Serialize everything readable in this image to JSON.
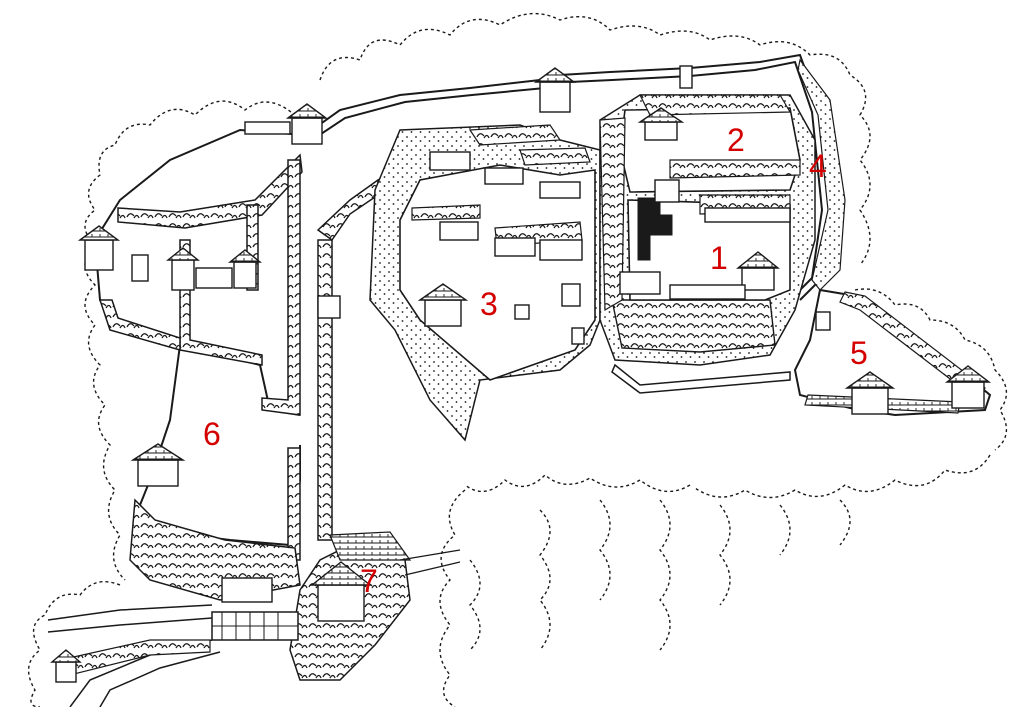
{
  "map": {
    "ink_color": "#1a1a1a",
    "background_color": "#ffffff",
    "label_color": "#d40000",
    "labels": [
      {
        "id": "1",
        "text": "1"
      },
      {
        "id": "2",
        "text": "2"
      },
      {
        "id": "3",
        "text": "3"
      },
      {
        "id": "4",
        "text": "4"
      },
      {
        "id": "5",
        "text": "5"
      },
      {
        "id": "6",
        "text": "6"
      },
      {
        "id": "7",
        "text": "7"
      }
    ]
  }
}
